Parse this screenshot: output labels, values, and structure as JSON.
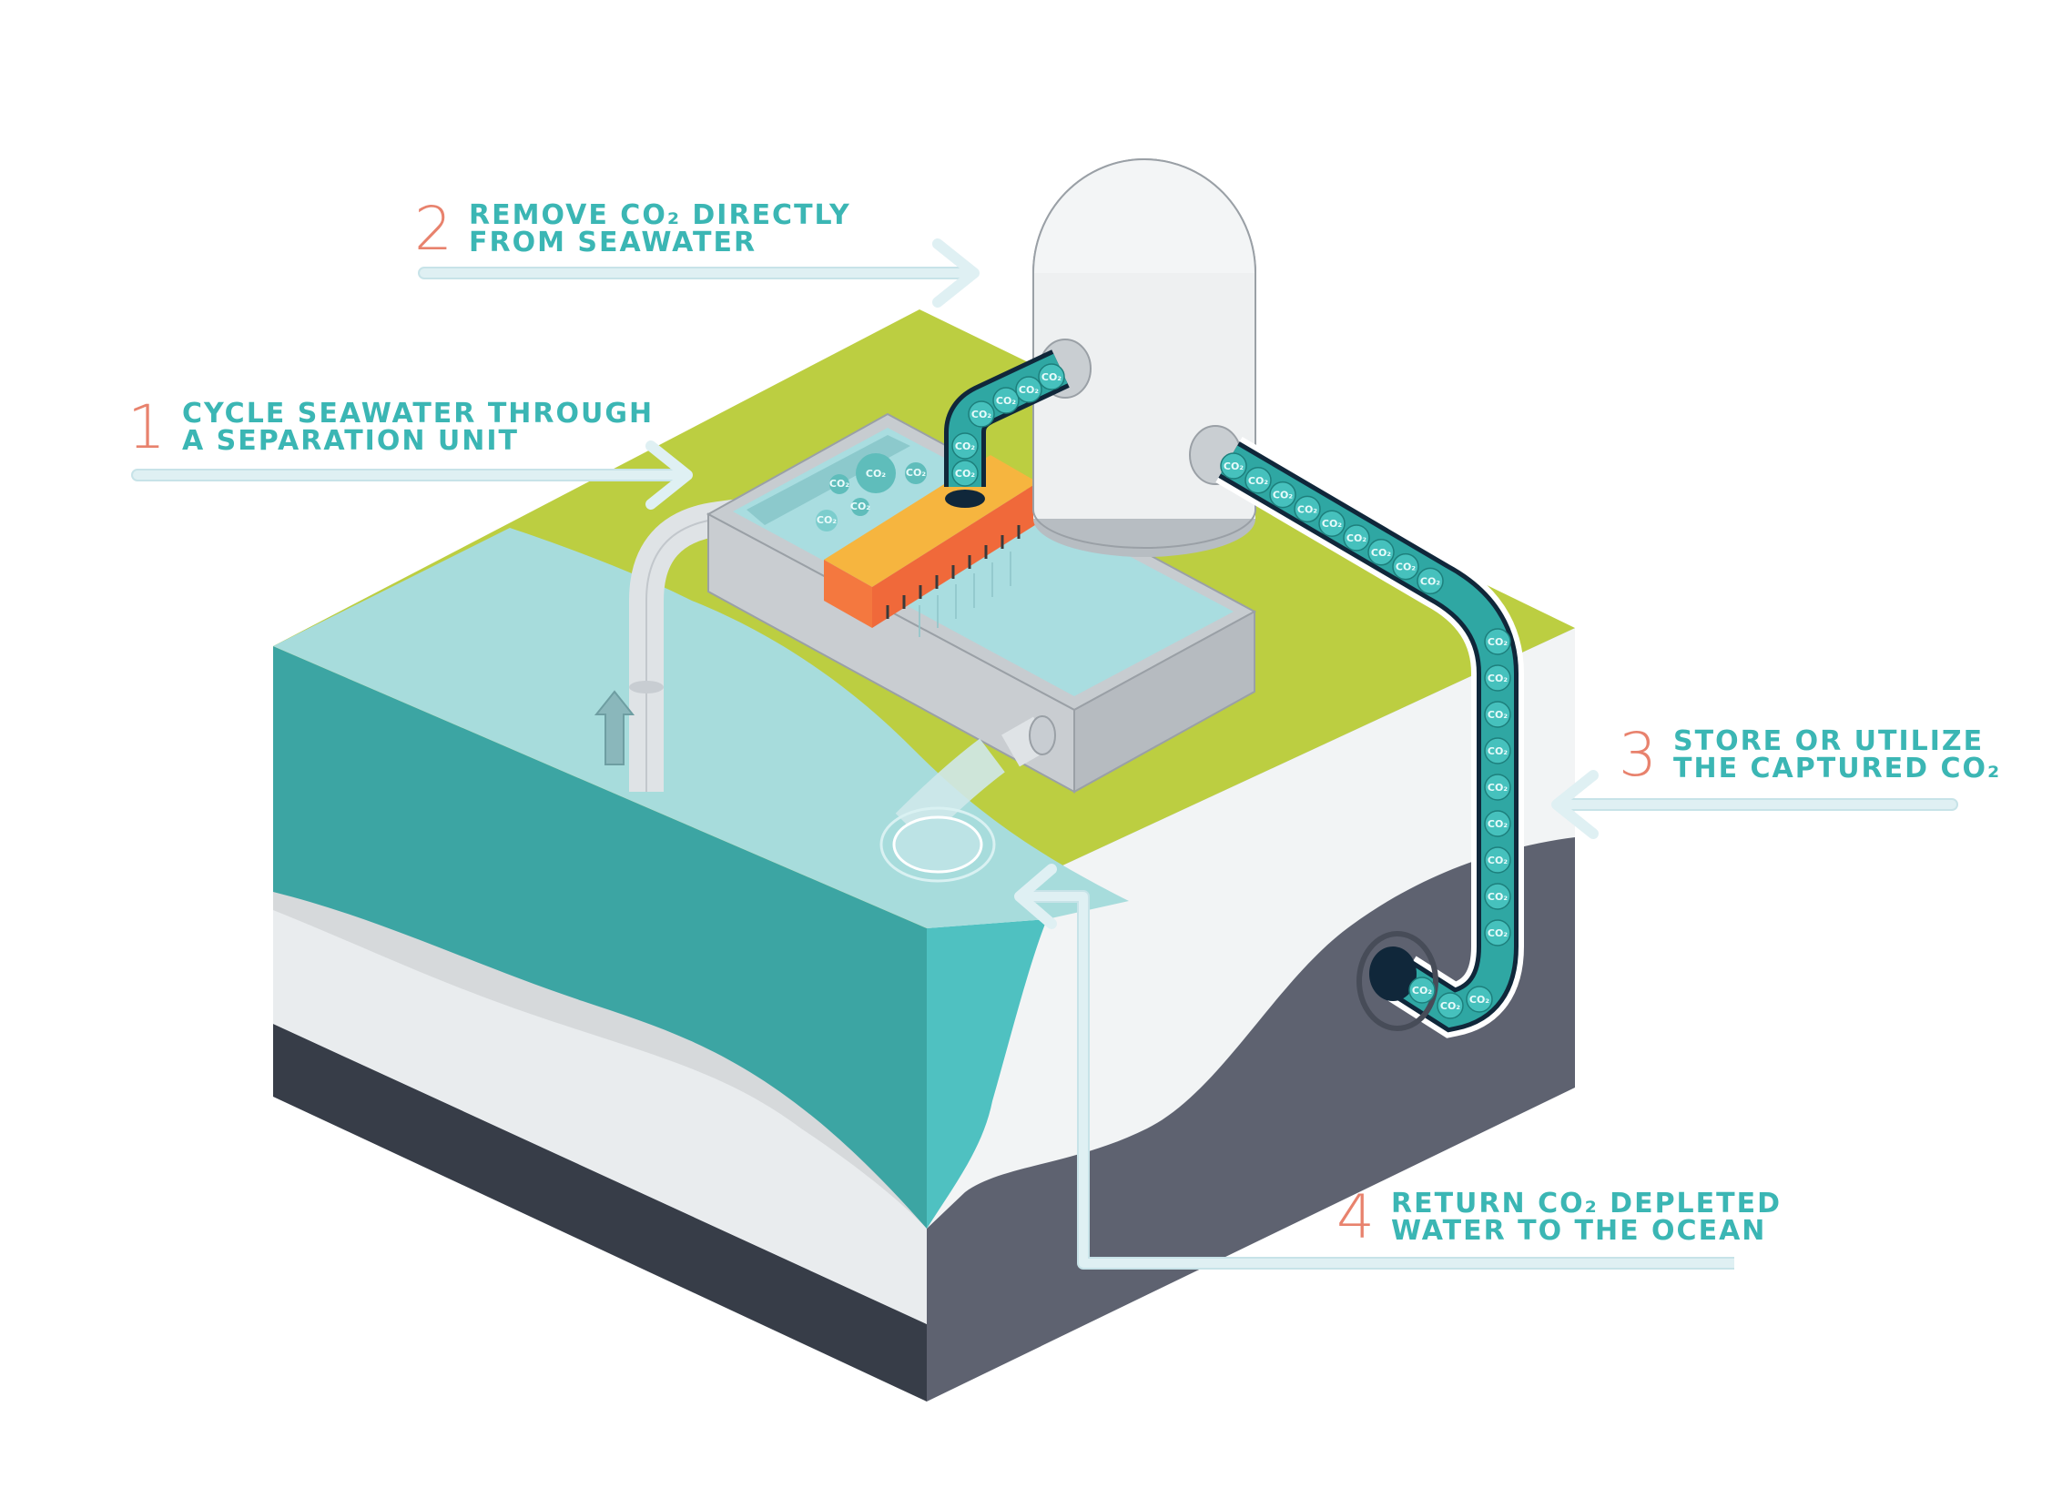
{
  "colors": {
    "step_number": "#e8826d",
    "step_text": "#3bb6b4",
    "grass": "#bcce41",
    "sea_top": "#a7dcdc",
    "sea_side": "#3ca5a3",
    "sea_side_light": "#4fc1c1",
    "rock": "#5e6270",
    "rock_dark": "#373d48",
    "white_layer": "#f2f4f5",
    "pipe_fill": "#2fa7a3",
    "pipe_dark": "#10273a",
    "arrow": "#dff0f3",
    "filter_orange": "#f4783f",
    "filter_top": "#f6b53f"
  },
  "steps": [
    {
      "number": "1",
      "line1": "CYCLE SEAWATER THROUGH",
      "line2": "A SEPARATION UNIT"
    },
    {
      "number": "2",
      "line1": "REMOVE CO₂ DIRECTLY",
      "line2": "FROM SEAWATER"
    },
    {
      "number": "3",
      "line1": "STORE OR UTILIZE",
      "line2": "THE CAPTURED CO₂"
    },
    {
      "number": "4",
      "line1": "RETURN CO₂ DEPLETED",
      "line2": "WATER TO THE OCEAN"
    }
  ],
  "molecule_label": "CO₂",
  "icons": {
    "flow_arrow": "up-arrow-icon",
    "molecule": "co2-bubble-icon"
  }
}
